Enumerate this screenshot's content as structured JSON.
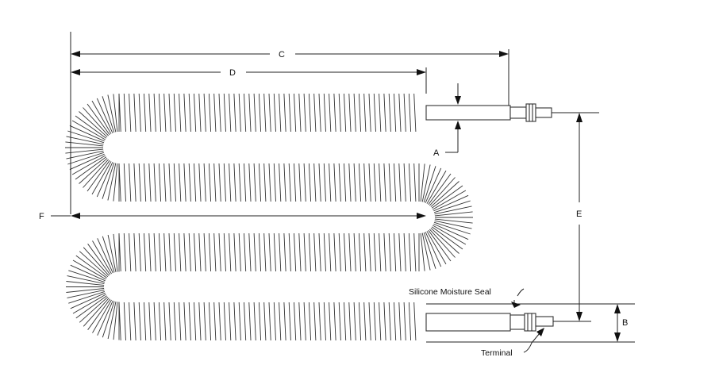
{
  "diagram": {
    "labels": {
      "C": "C",
      "D": "D",
      "A": "A",
      "E": "E",
      "F": "F",
      "B": "B",
      "seal": "Silicone Moisture Seal",
      "terminal": "Terminal"
    }
  }
}
